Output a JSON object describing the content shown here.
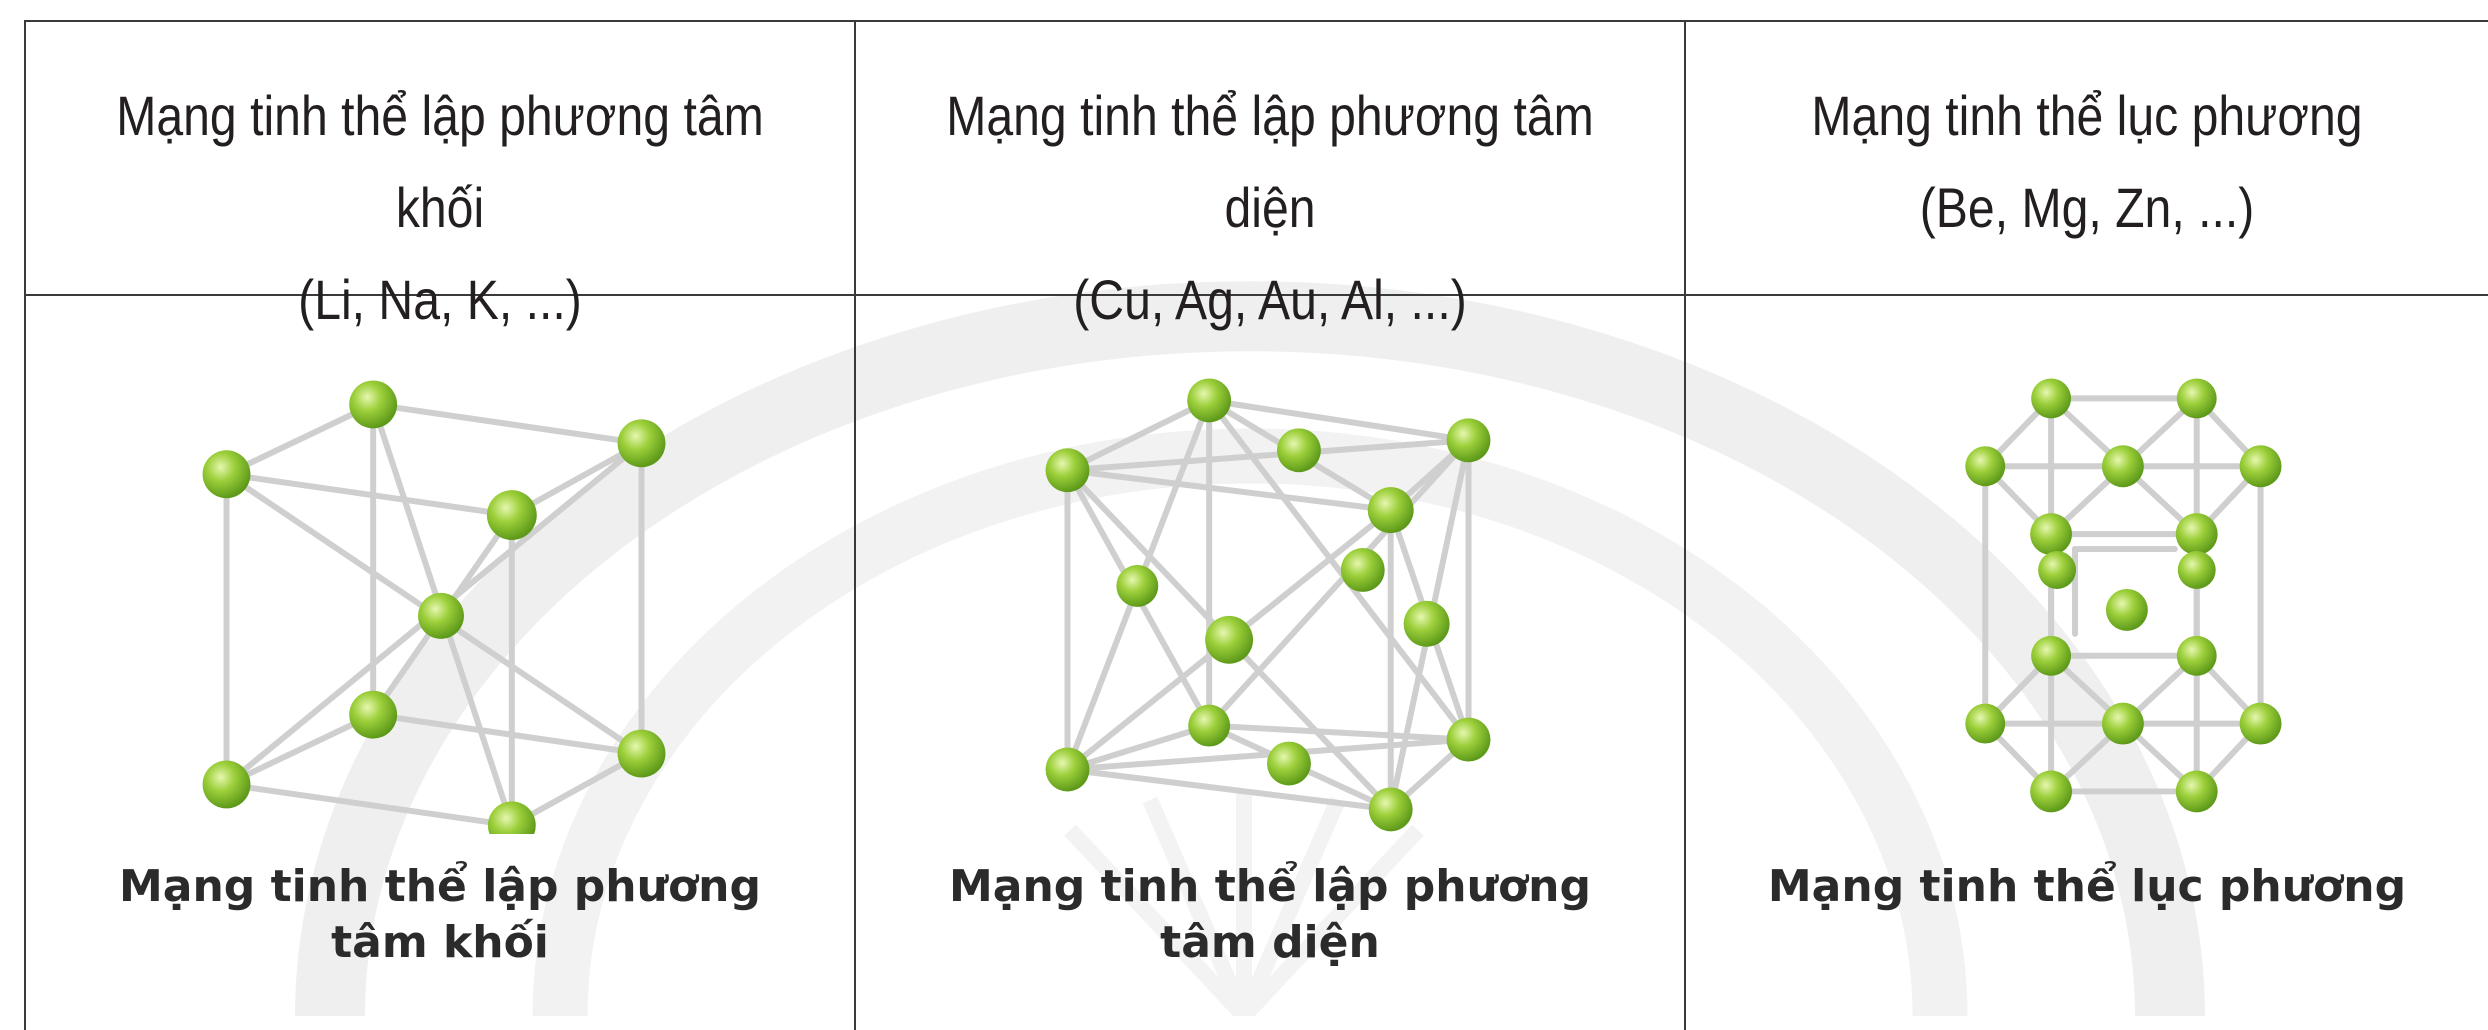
{
  "columns": [
    {
      "header_line1": "Mạng tinh thể lập phương tâm khối",
      "header_line2": "(Li, Na, K, ...)",
      "caption_line1": "Mạng tinh thể lập phương",
      "caption_line2": "tâm khối",
      "icon": "body-centered-cubic-lattice-icon"
    },
    {
      "header_line1": "Mạng tinh thể lập phương tâm diện",
      "header_line2": "(Cu, Ag, Au, Al, ...)",
      "caption_line1": "Mạng tinh thể lập phương",
      "caption_line2": "tâm diện",
      "icon": "face-centered-cubic-lattice-icon"
    },
    {
      "header_line1": "Mạng tinh thể lục phương",
      "header_line2": "(Be, Mg, Zn, ...)",
      "caption_line1": "Mạng tinh thể lục phương",
      "caption_line2": "",
      "icon": "hexagonal-lattice-icon"
    }
  ],
  "colors": {
    "atom": "#8cc63f",
    "bond": "#c8c8c8",
    "border": "#3a3a3a"
  }
}
